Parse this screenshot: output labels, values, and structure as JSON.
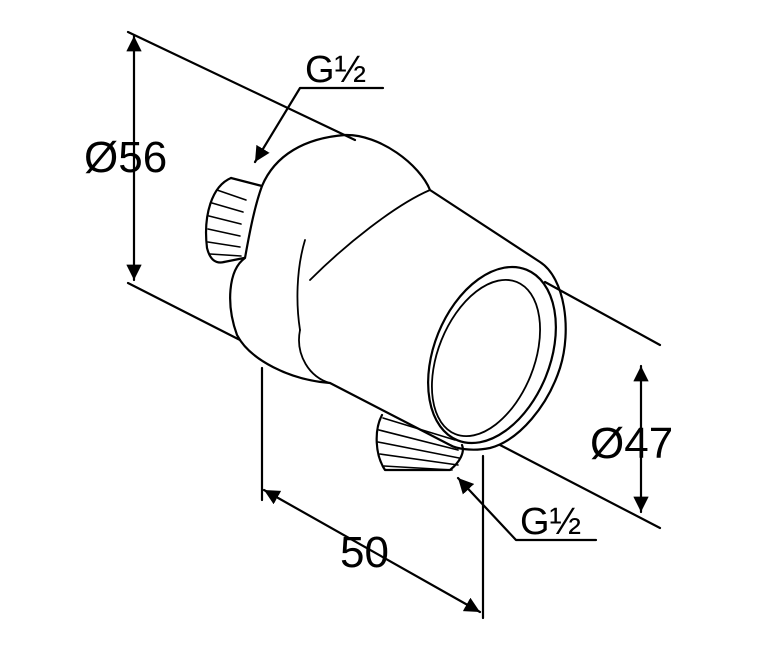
{
  "labels": {
    "diameter_large": "Ø56",
    "thread_top": "G½",
    "diameter_small": "Ø47",
    "thread_bottom": "G½",
    "length": "50"
  },
  "colors": {
    "line": "#000000",
    "background": "#ffffff"
  }
}
